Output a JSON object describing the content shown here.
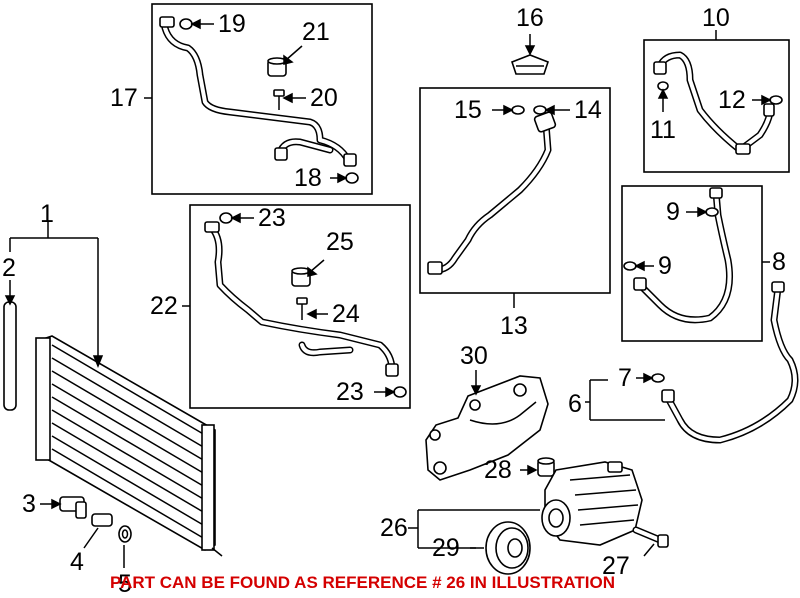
{
  "callouts": {
    "c1": "1",
    "c2": "2",
    "c3": "3",
    "c4": "4",
    "c5": "5",
    "c6": "6",
    "c7": "7",
    "c8": "8",
    "c9a": "9",
    "c9b": "9",
    "c10": "10",
    "c11": "11",
    "c12": "12",
    "c13": "13",
    "c14": "14",
    "c15": "15",
    "c16": "16",
    "c17": "17",
    "c18": "18",
    "c19": "19",
    "c20": "20",
    "c21": "21",
    "c22": "22",
    "c23a": "23",
    "c23b": "23",
    "c24": "24",
    "c25": "25",
    "c26": "26",
    "c27": "27",
    "c28": "28",
    "c29": "29",
    "c30": "30"
  },
  "note": "PART CAN BE FOUND AS REFERENCE # 26 IN ILLUSTRATION",
  "colors": {
    "note": "#d40000",
    "line": "#000000"
  }
}
